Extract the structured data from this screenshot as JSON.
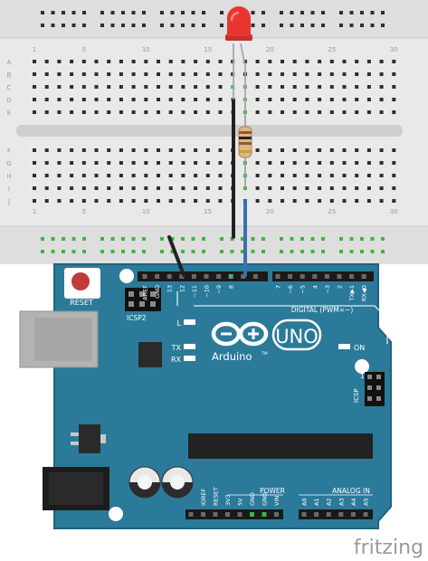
{
  "breadboard": {
    "column_numbers": [
      "1",
      "5",
      "10",
      "15",
      "20",
      "25",
      "30"
    ],
    "row_letters_top": [
      "A",
      "B",
      "C",
      "D",
      "E"
    ],
    "row_letters_bottom": [
      "F",
      "G",
      "H",
      "I",
      "J"
    ]
  },
  "board": {
    "reset_label": "RESET",
    "icsp2_label": "ICSP2",
    "icsp_label": "ICSP",
    "led_l_label": "L",
    "tx_label": "TX",
    "rx_label": "RX",
    "on_label": "ON",
    "brand_label": "Arduino",
    "trademark": "TM",
    "model_label": "UNO",
    "digital_label": "DIGITAL (PWM=~)",
    "power_label": "POWER",
    "analog_label": "ANALOG IN",
    "top_pin_labels": [
      "AREF",
      "GND",
      "13",
      "12",
      "~11",
      "~10",
      "~9",
      "8",
      "7",
      "~6",
      "~5",
      "4",
      "~3",
      "2",
      "TX▶1",
      "RX◀0"
    ],
    "bottom_power_labels": [
      "IOREF",
      "RESET",
      "3V3",
      "5V",
      "GND",
      "GND",
      "VIN"
    ],
    "bottom_analog_labels": [
      "A0",
      "A1",
      "A2",
      "A3",
      "A4",
      "A5"
    ]
  },
  "watermark": "fritzing",
  "colors": {
    "board": "#2b7a9a",
    "breadboard": "#e9e9e9",
    "led": "#e8352f",
    "wire_black": "#222222",
    "wire_blue": "#3a6fb3",
    "connected_hole": "#3fb63f"
  }
}
